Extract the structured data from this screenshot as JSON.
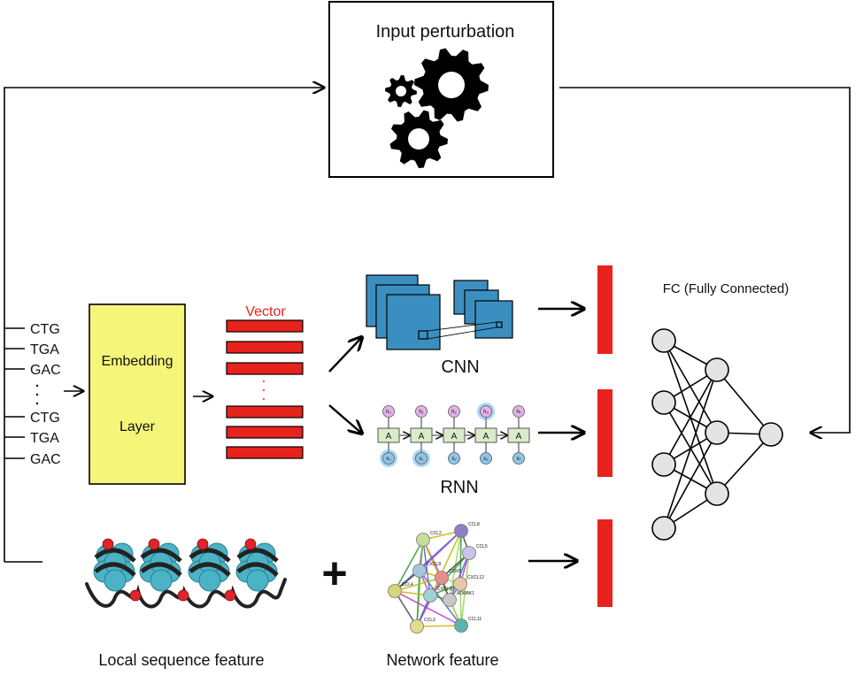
{
  "perturbation": {
    "title": "Input perturbation",
    "icon": "gears-icon"
  },
  "codons": [
    "CTG",
    "TGA",
    "GAC",
    "CTG",
    "TGA",
    "GAC"
  ],
  "embedding": {
    "line1": "Embedding",
    "line2": "Layer",
    "fill": "#f5f57a"
  },
  "vector": {
    "label": "Vector",
    "color": "#e8221c"
  },
  "cnn": {
    "label": "CNN",
    "color": "#3b8fc0"
  },
  "rnn": {
    "label": "RNN",
    "cell_label": "A",
    "hidden_labels": [
      "h₀",
      "h₁",
      "h₂",
      "h₃",
      "hₜ"
    ],
    "input_labels": [
      "x₀",
      "x₁",
      "x₂",
      "x₃",
      "xₜ"
    ]
  },
  "fc": {
    "label": "FC (Fully Connected)",
    "layers": [
      4,
      3,
      1
    ]
  },
  "local_feature": {
    "label": "Local sequence feature"
  },
  "network_feature": {
    "label": "Network feature",
    "nodes": [
      "CCL2",
      "CCL8",
      "CCL5",
      "CXCL8",
      "CCR5",
      "CXCL12",
      "CCL4",
      "CXCL10",
      "ADRBK1",
      "CCL3",
      "CCL11"
    ]
  },
  "plus_sign": "+",
  "colors": {
    "bar": "#e8221c",
    "cnn": "#3b8fc0",
    "embedding": "#f5f57a"
  }
}
